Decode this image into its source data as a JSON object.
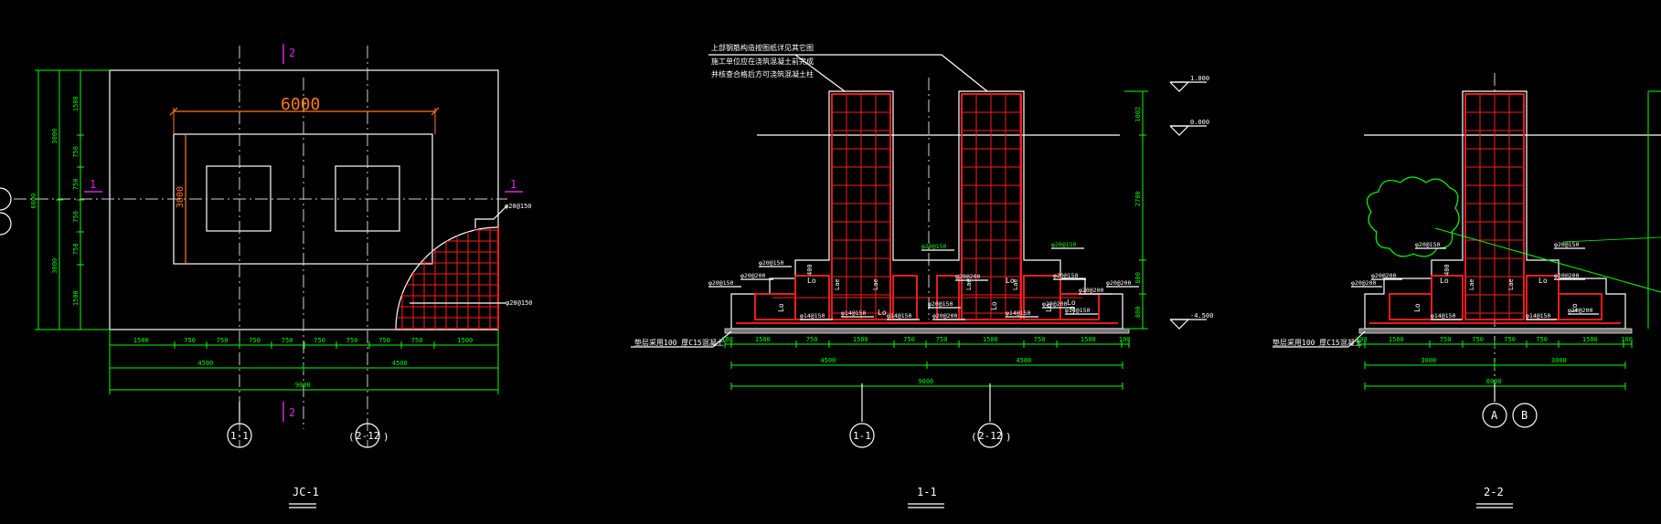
{
  "drawing": {
    "views": [
      {
        "id": "plan",
        "title": "JC-1"
      },
      {
        "id": "sec11",
        "title": "1-1"
      },
      {
        "id": "sec22",
        "title": "2-2"
      }
    ],
    "plan": {
      "top_dim": "6000",
      "left_inner_dim": "3000",
      "left_dims_inner": [
        "1500",
        "750",
        "750",
        "750",
        "750",
        "1500"
      ],
      "left_dims_mid": [
        "3000",
        "3000"
      ],
      "left_dim_total": "6000",
      "bottom_dims_row1": [
        "1500",
        "750",
        "750",
        "750",
        "750",
        "750",
        "750",
        "750",
        "750",
        "1500"
      ],
      "bottom_dims_row2": [
        "4500",
        "4500"
      ],
      "bottom_dim_total": "9000",
      "section_mark_top": "2",
      "section_mark_bottom": "2",
      "section_mark_left": "1",
      "section_mark_right": "1",
      "rebar_label_1": "φ20@150",
      "rebar_label_2": "φ20@150",
      "axis_labels": [
        "1-1",
        "2-12"
      ]
    },
    "sec11": {
      "note_lines": [
        "上部钢筋构造按图纸详见其它图",
        "施工单位应在浇筑混凝土前完成",
        "并核查合格后方可浇筑混凝土柱"
      ],
      "elev_top": "1.000",
      "elev_mid": "0.000",
      "elev_bot": "-4.500",
      "right_dims": [
        "1002",
        "2700",
        "800",
        "800"
      ],
      "labels": [
        "φ20@150",
        "φ20@150",
        "φ20@200",
        "φ14@150",
        "φ14@150",
        "φ20@150",
        "φ20@200",
        "φ20@200",
        "φ20@150",
        "φ14@150",
        "φ20@200",
        "φ20@150",
        "φ20@150",
        "φ14@150",
        "φ20@200",
        "φ14@150",
        "φ20@200"
      ],
      "lo_labels": [
        "Lo",
        "Lo",
        "Lo",
        "Lo",
        "Lo",
        "Lo",
        "Lo",
        "Lo"
      ],
      "lae_labels": [
        "Lae",
        "Lae",
        "Lae",
        "Lae",
        "400"
      ],
      "bedding_note": "垫层采用100 厚C15混凝土",
      "bottom_dims_row1": [
        "100",
        "1500",
        "750",
        "1500",
        "750",
        "750",
        "1500",
        "750",
        "1500",
        "100"
      ],
      "bottom_dims_row2": [
        "4500",
        "4500"
      ],
      "bottom_dim_total": "9000",
      "axis_labels": [
        "1-1",
        "2-12"
      ]
    },
    "sec22": {
      "bedding_note": "垫层采用100 厚C15混凝土",
      "bottom_dims_row1": [
        "100",
        "1500",
        "750",
        "750",
        "750",
        "750",
        "1500",
        "100"
      ],
      "bottom_dims_row2": [
        "3000",
        "3000"
      ],
      "bottom_dim_total": "6000",
      "axis_labels": [
        "A",
        "B"
      ],
      "labels": [
        "φ20@150",
        "φ20@150",
        "φ20@200",
        "φ20@200",
        "φ14@150",
        "φ14@150",
        "φ20@200",
        "φ20@200"
      ],
      "lo_labels": [
        "Lo",
        "Lo",
        "Lo",
        "Lo"
      ],
      "lae_labels": [
        "Lae",
        "Lae",
        "400"
      ]
    },
    "colors": {
      "background": "#000000",
      "lines": "#ffffff",
      "dims": "#00ff00",
      "rebar": "#ff1a1a",
      "marks": "#e020e0",
      "dimension_highlight": "#ff7a1a"
    }
  }
}
